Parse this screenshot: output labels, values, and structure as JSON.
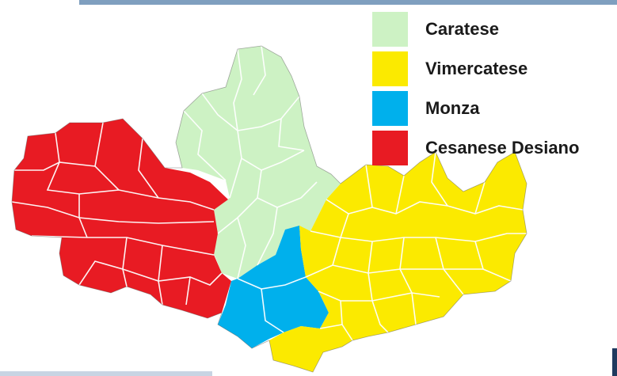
{
  "legend": {
    "items": [
      {
        "label": "Caratese",
        "color": "#cdf2c4"
      },
      {
        "label": "Vimercatese",
        "color": "#fbea00"
      },
      {
        "label": "Monza",
        "color": "#00b0ec"
      },
      {
        "label": "Cesanese Desiano",
        "color": "#e81b23"
      }
    ]
  },
  "colors": {
    "border": "#ffffff",
    "outline": "#444444",
    "top_bar": "#7f9fbf"
  }
}
